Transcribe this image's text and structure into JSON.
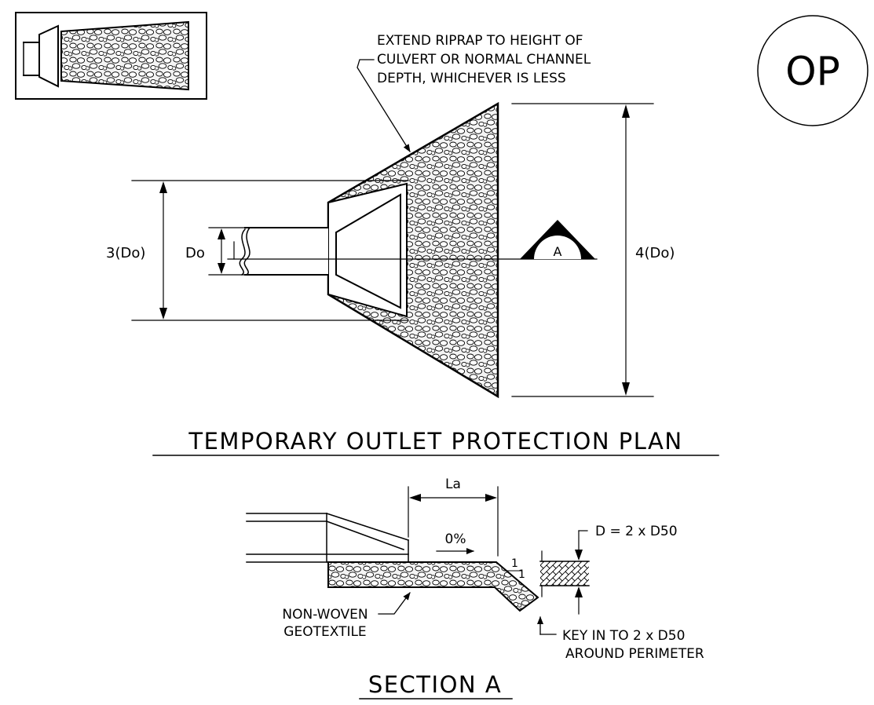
{
  "badge": {
    "code": "OP"
  },
  "plan": {
    "title": "TEMPORARY OUTLET PROTECTION PLAN",
    "note_line1": "EXTEND RIPRAP TO HEIGHT OF",
    "note_line2": "CULVERT OR NORMAL CHANNEL",
    "note_line3": "DEPTH, WHICHEVER IS LESS",
    "dim_left": "3(Do)",
    "dim_pipe": "Do",
    "dim_right": "4(Do)",
    "section_marker": "A"
  },
  "section": {
    "title": "SECTION A",
    "dim_length": "La",
    "slope": "0%",
    "depth_formula": "D = 2 x D50",
    "side_slope_top": "1",
    "side_slope_side": "1",
    "geotextile_line1": "NON-WOVEN",
    "geotextile_line2": "GEOTEXTILE",
    "key_line1": "KEY IN TO 2 x D50",
    "key_line2": "AROUND PERIMETER"
  }
}
